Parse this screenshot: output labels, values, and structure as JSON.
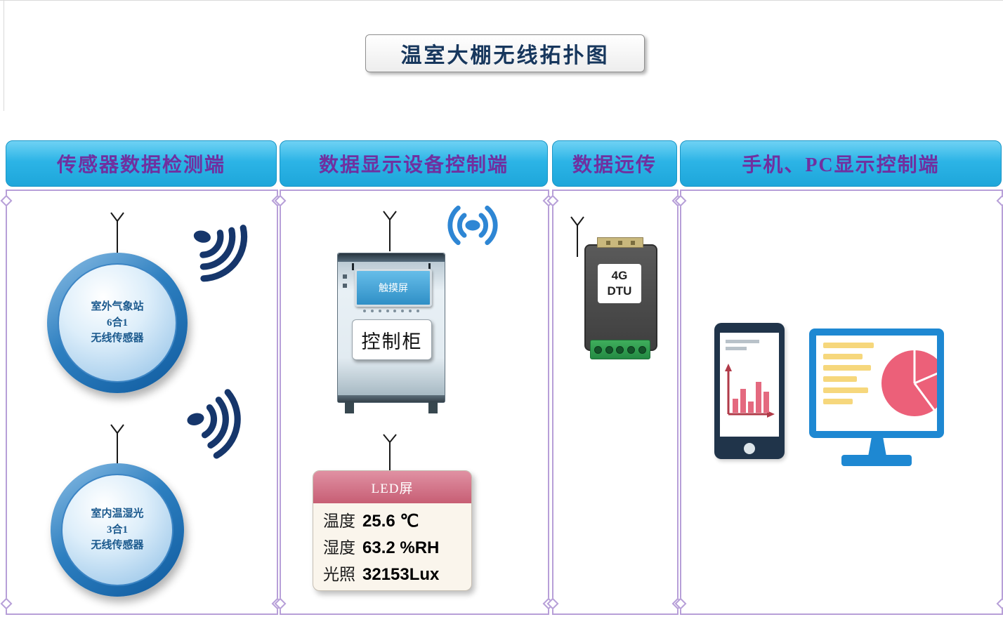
{
  "title": "温室大棚无线拓扑图",
  "columns": {
    "sensor": {
      "header": "传感器数据检测端"
    },
    "display": {
      "header": "数据显示设备控制端"
    },
    "transfer": {
      "header": "数据远传"
    },
    "client": {
      "header": "手机、PC显示控制端"
    }
  },
  "sensors": {
    "outdoor": {
      "line1": "室外气象站",
      "line2": "6合1",
      "line3": "无线传感器"
    },
    "indoor": {
      "line1": "室内温湿光",
      "line2": "3合1",
      "line3": "无线传感器"
    }
  },
  "cabinet": {
    "touchscreen": "触摸屏",
    "label": "控制柜"
  },
  "led_panel": {
    "header": "LED屏",
    "rows": [
      {
        "label": "温度",
        "value": "25.6 ℃"
      },
      {
        "label": "湿度",
        "value": "63.2 %RH"
      },
      {
        "label": "光照",
        "value": "32153Lux"
      }
    ]
  },
  "dtu": {
    "line1": "4G",
    "line2": "DTU"
  },
  "colors": {
    "header_bg": "#2cb4e6",
    "header_text": "#7030a0",
    "frame_border": "#b79fd8",
    "wifi_dark": "#16366b",
    "wifi_blue": "#2e86d4",
    "led_header_pink": "#c75e74",
    "bar_pink": "#e4697f",
    "pie_pink": "#ec6079",
    "monitor_blue": "#1e88d2",
    "dtu_green": "#238a43"
  }
}
